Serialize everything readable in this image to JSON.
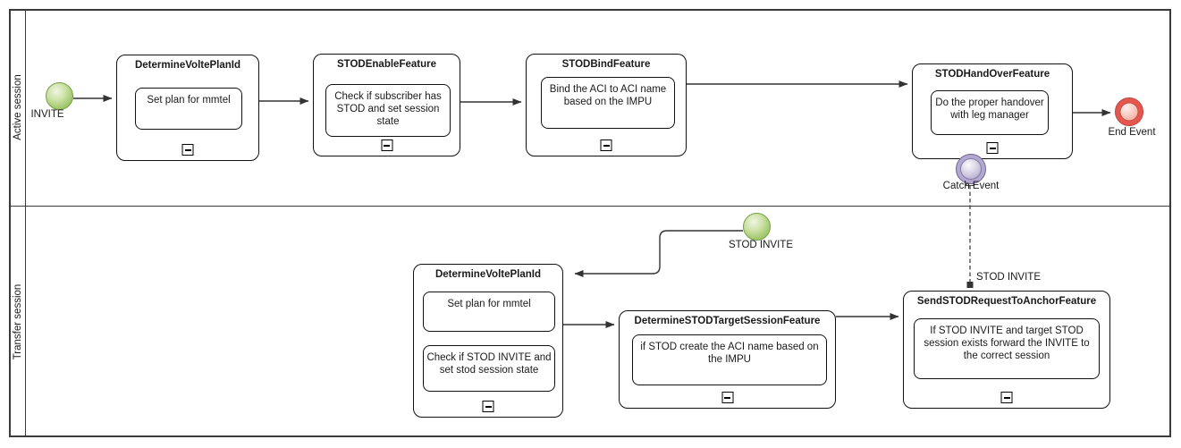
{
  "pool": {
    "lanes": [
      {
        "label": "Active session"
      },
      {
        "label": "Transfer session"
      }
    ]
  },
  "tasks": [
    {
      "title": "DetermineVoltePlanId",
      "notes": [
        "Set plan for mmtel"
      ]
    },
    {
      "title": "STODEnableFeature",
      "notes": [
        "Check if subscriber has STOD and set session state"
      ]
    },
    {
      "title": "STODBindFeature",
      "notes": [
        "Bind the ACI to ACI name based on the IMPU"
      ]
    },
    {
      "title": "STODHandOverFeature",
      "notes": [
        "Do the proper handover with leg manager"
      ]
    },
    {
      "title": "DetermineVoltePlanId",
      "notes": [
        "Set plan for mmtel",
        "Check if STOD INVITE and set stod session state"
      ]
    },
    {
      "title": "DetermineSTODTargetSessionFeature",
      "notes": [
        "if STOD create the ACI name based on the IMPU"
      ]
    },
    {
      "title": "SendSTODRequestToAnchorFeature",
      "notes": [
        "If STOD INVITE and target STOD session exists forward the INVITE to the correct session"
      ]
    }
  ],
  "events": [
    {
      "label": "INVITE",
      "type": "start",
      "color": "#8fba55"
    },
    {
      "label": "STOD INVITE",
      "type": "start",
      "color": "#8fba55"
    },
    {
      "label": "End Event",
      "type": "end",
      "color": "#e4564e"
    },
    {
      "label": "Catch Event",
      "type": "intermediate-catch",
      "color": "#b3a9ce"
    }
  ],
  "flow_labels": {
    "message": "STOD INVITE"
  },
  "colors": {
    "flow_line": "#333333",
    "task_border": "#101010",
    "pool_border": "#3a3a3a"
  }
}
